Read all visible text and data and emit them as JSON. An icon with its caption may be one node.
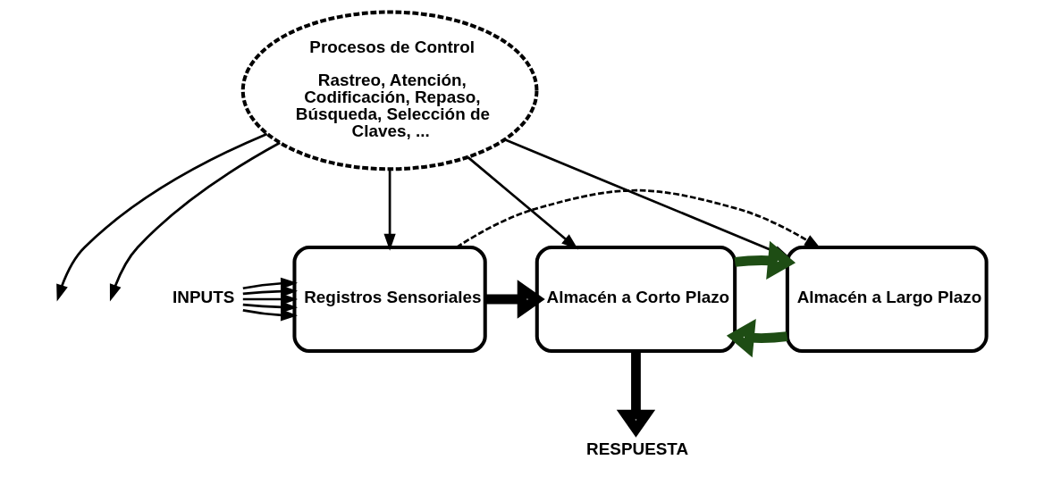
{
  "diagram": {
    "nodes": [
      {
        "text": [
          "Procesos de Control",
          "Rastreo, Atención, Codificación, Repaso, Búsqueda, Selección de Claves, ..."
        ]
      },
      {
        "text": [
          "Registros Sensoriales"
        ]
      },
      {
        "text": [
          "Almacén a Corto Plazo"
        ]
      },
      {
        "text": [
          "Almacén a Largo Plazo"
        ]
      },
      {
        "text": [
          "INPUTS"
        ]
      },
      {
        "text": [
          "RESPUESTA"
        ]
      }
    ],
    "edges": [
      {
        "from": 0,
        "to": 1,
        "arrow": "to"
      },
      {
        "from": 0,
        "to": null,
        "arrow": "to"
      },
      {
        "from": 0,
        "to": 2,
        "arrow": "to"
      },
      {
        "from": 0,
        "to": null,
        "arrow": "to"
      },
      {
        "from": 0,
        "to": 3,
        "arrow": "to"
      },
      {
        "from": 1,
        "to": 3,
        "arrow": "to",
        "style": "dashed"
      },
      {
        "from": 4,
        "to": 1,
        "arrow": "to"
      },
      {
        "from": 4,
        "to": 1,
        "arrow": "to"
      },
      {
        "from": 4,
        "to": 1,
        "arrow": "to"
      },
      {
        "from": 4,
        "to": 1,
        "arrow": "to"
      },
      {
        "from": 4,
        "to": 1,
        "arrow": "to"
      },
      {
        "from": 1,
        "to": 2,
        "arrow": "to",
        "style": "thick"
      },
      {
        "from": 3,
        "to": 2,
        "arrow": "to",
        "style": "thick",
        "color": "#1e4d14"
      },
      {
        "from": 2,
        "to": 3,
        "arrow": "to",
        "style": "thick",
        "color": "#1e4d14"
      },
      {
        "from": 2,
        "to": 5,
        "arrow": "to",
        "style": "thick"
      }
    ]
  }
}
